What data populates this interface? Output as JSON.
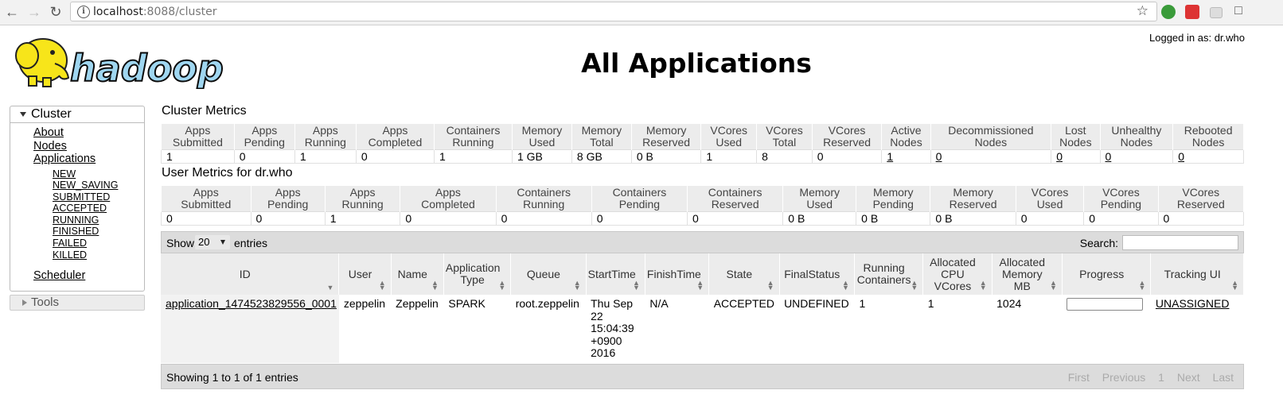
{
  "browser": {
    "url_host": "localhost",
    "url_rest": ":8088/cluster"
  },
  "header": {
    "logged_in": "Logged in as: dr.who",
    "title": "All Applications",
    "logo_text": "hadoop"
  },
  "sidebar": {
    "cluster_label": "Cluster",
    "links": [
      "About",
      "Nodes",
      "Applications"
    ],
    "app_states": [
      "NEW",
      "NEW_SAVING",
      "SUBMITTED",
      "ACCEPTED",
      "RUNNING",
      "FINISHED",
      "FAILED",
      "KILLED"
    ],
    "scheduler": "Scheduler",
    "tools_label": "Tools"
  },
  "cluster_metrics": {
    "title": "Cluster Metrics",
    "headers": [
      [
        "Apps",
        "Submitted"
      ],
      [
        "Apps",
        "Pending"
      ],
      [
        "Apps",
        "Running"
      ],
      [
        "Apps",
        "Completed"
      ],
      [
        "Containers",
        "Running"
      ],
      [
        "Memory",
        "Used"
      ],
      [
        "Memory",
        "Total"
      ],
      [
        "Memory",
        "Reserved"
      ],
      [
        "VCores",
        "Used"
      ],
      [
        "VCores",
        "Total"
      ],
      [
        "VCores",
        "Reserved"
      ],
      [
        "Active",
        "Nodes"
      ],
      [
        "Decommissioned",
        "Nodes"
      ],
      [
        "Lost",
        "Nodes"
      ],
      [
        "Unhealthy",
        "Nodes"
      ],
      [
        "Rebooted",
        "Nodes"
      ]
    ],
    "values": [
      "1",
      "0",
      "1",
      "0",
      "1",
      "1 GB",
      "8 GB",
      "0 B",
      "1",
      "8",
      "0",
      "1",
      "0",
      "0",
      "0",
      "0"
    ]
  },
  "user_metrics": {
    "title": "User Metrics for dr.who",
    "headers": [
      [
        "Apps",
        "Submitted"
      ],
      [
        "Apps",
        "Pending"
      ],
      [
        "Apps",
        "Running"
      ],
      [
        "Apps",
        "Completed"
      ],
      [
        "Containers",
        "Running"
      ],
      [
        "Containers",
        "Pending"
      ],
      [
        "Containers",
        "Reserved"
      ],
      [
        "Memory",
        "Used"
      ],
      [
        "Memory",
        "Pending"
      ],
      [
        "Memory",
        "Reserved"
      ],
      [
        "VCores",
        "Used"
      ],
      [
        "VCores",
        "Pending"
      ],
      [
        "VCores",
        "Reserved"
      ]
    ],
    "values": [
      "0",
      "0",
      "1",
      "0",
      "0",
      "0",
      "0",
      "0 B",
      "0 B",
      "0 B",
      "0",
      "0",
      "0"
    ]
  },
  "apps_table": {
    "show_label": "Show",
    "page_size": "20",
    "entries_label": "entries",
    "search_label": "Search:",
    "columns": [
      "ID",
      "User",
      "Name",
      "Application Type",
      "Queue",
      "StartTime",
      "FinishTime",
      "State",
      "FinalStatus",
      "Running Containers",
      "Allocated CPU VCores",
      "Allocated Memory MB",
      "Progress",
      "Tracking UI"
    ],
    "rows": [
      {
        "id": "application_1474523829556_0001",
        "user": "zeppelin",
        "name": "Zeppelin",
        "type": "SPARK",
        "queue": "root.zeppelin",
        "start": "Thu Sep 22 15:04:39 +0900 2016",
        "finish": "N/A",
        "state": "ACCEPTED",
        "final_status": "UNDEFINED",
        "running_containers": "1",
        "vcores": "1",
        "memory": "1024",
        "progress": 0,
        "tracking": "UNASSIGNED"
      }
    ],
    "footer": "Showing 1 to 1 of 1 entries",
    "pager": [
      "First",
      "Previous",
      "1",
      "Next",
      "Last"
    ]
  }
}
